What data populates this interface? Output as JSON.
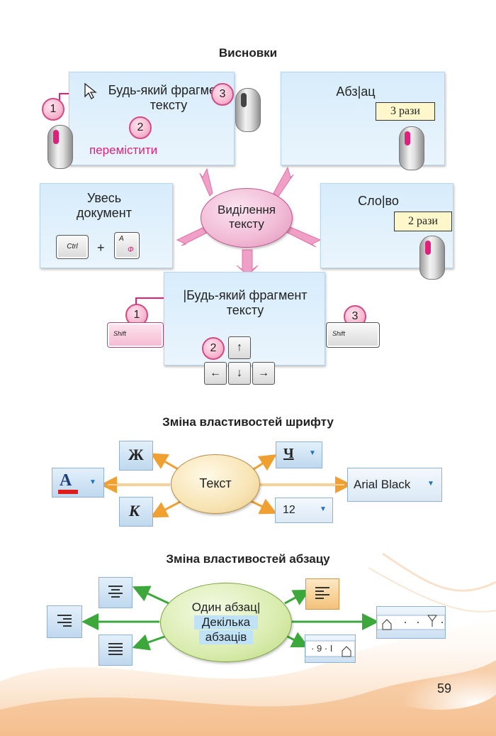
{
  "sections": {
    "conclusions_title": "Висновки",
    "font_title": "Зміна властивостей шрифту",
    "paragraph_title": "Зміна властивостей абзацу"
  },
  "selection": {
    "center_label": "Виділення тексту",
    "drag_card": {
      "text": "Будь-який фрагмент тексту",
      "move_label": "перемістити",
      "step1": "1",
      "step2": "2",
      "step3": "3"
    },
    "paragraph_card": {
      "text": "Абз|ац",
      "count": "3 рази"
    },
    "word_card": {
      "text": "Сло|во",
      "count": "2 рази"
    },
    "document_card": {
      "text": "Увесь документ",
      "key_ctrl": "Ctrl",
      "plus": "+",
      "key_a_latin": "A",
      "key_a_cyr": "Ф"
    },
    "keyboard_card": {
      "text": "|Будь-який фрагмент тексту",
      "step1": "1",
      "step2": "2",
      "step3": "3",
      "shift_label": "Shift"
    },
    "arrows": {
      "up": "↑",
      "down": "↓",
      "left": "←",
      "right": "→"
    }
  },
  "font": {
    "center_label": "Текст",
    "bold_label": "Ж",
    "italic_label": "К",
    "underline_label": "Ч",
    "color_label": "А",
    "font_name": "Arial Black",
    "font_size": "12"
  },
  "paragraph": {
    "center_line1": "Один абзац|",
    "center_line2": "Декілька",
    "center_line3": "абзаців"
  },
  "ruler_label": "· 9 · I",
  "page_number": "59",
  "colors": {
    "pink": "#e0207a",
    "orange": "#f0a030",
    "green": "#3ca83c",
    "card": "#d7ecfb"
  }
}
